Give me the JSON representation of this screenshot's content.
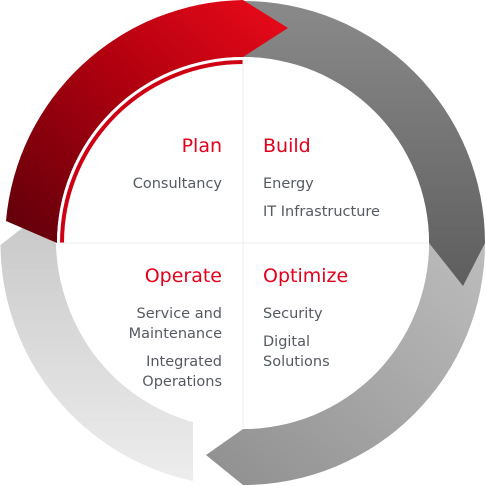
{
  "colors": {
    "accent": "#e3001b",
    "text": "#555a61",
    "arrow_red_light": "#ec0a1a",
    "arrow_red_dark": "#5c000a",
    "arrow_dark_gray": "#6f6f6f",
    "arrow_mid_gray": "#a7a7a7",
    "arrow_light_gray": "#d7d7d7",
    "divider": "#ececec"
  },
  "quadrants": {
    "plan": {
      "title": "Plan",
      "items": [
        "Consultancy"
      ]
    },
    "build": {
      "title": "Build",
      "items": [
        "Energy",
        "IT Infrastructure"
      ]
    },
    "operate": {
      "title": "Operate",
      "items": [
        "Service and\nMaintenance",
        "Integrated\nOperations"
      ]
    },
    "optimize": {
      "title": "Optimize",
      "items": [
        "Security",
        "Digital\nSolutions"
      ]
    }
  }
}
